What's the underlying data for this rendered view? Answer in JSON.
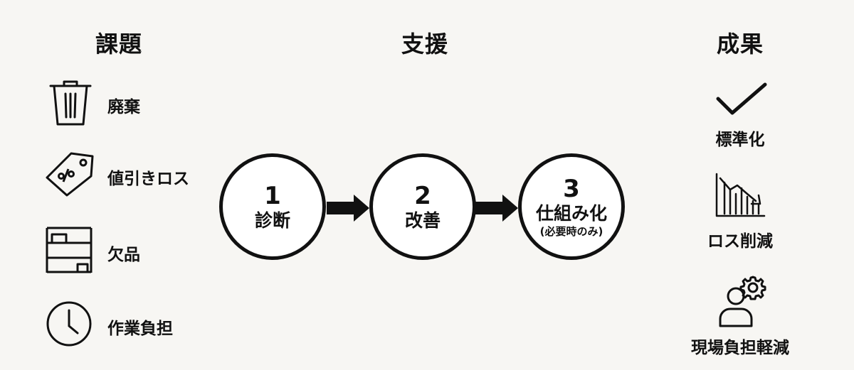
{
  "headings": {
    "issues": "課題",
    "support": "支援",
    "results": "成果"
  },
  "issues": [
    {
      "label": "廃棄",
      "icon": "trash-icon"
    },
    {
      "label": "値引きロス",
      "icon": "discount-tag-icon"
    },
    {
      "label": "欠品",
      "icon": "empty-shelf-icon"
    },
    {
      "label": "作業負担",
      "icon": "clock-icon"
    }
  ],
  "steps": [
    {
      "number": "1",
      "name": "診断",
      "note": ""
    },
    {
      "number": "2",
      "name": "改善",
      "note": ""
    },
    {
      "number": "3",
      "name": "仕組み化",
      "note": "(必要時のみ)"
    }
  ],
  "results": [
    {
      "label": "標準化",
      "icon": "checkmark-icon"
    },
    {
      "label": "ロス削減",
      "icon": "declining-chart-icon"
    },
    {
      "label": "現場負担軽減",
      "icon": "person-gear-icon"
    }
  ]
}
